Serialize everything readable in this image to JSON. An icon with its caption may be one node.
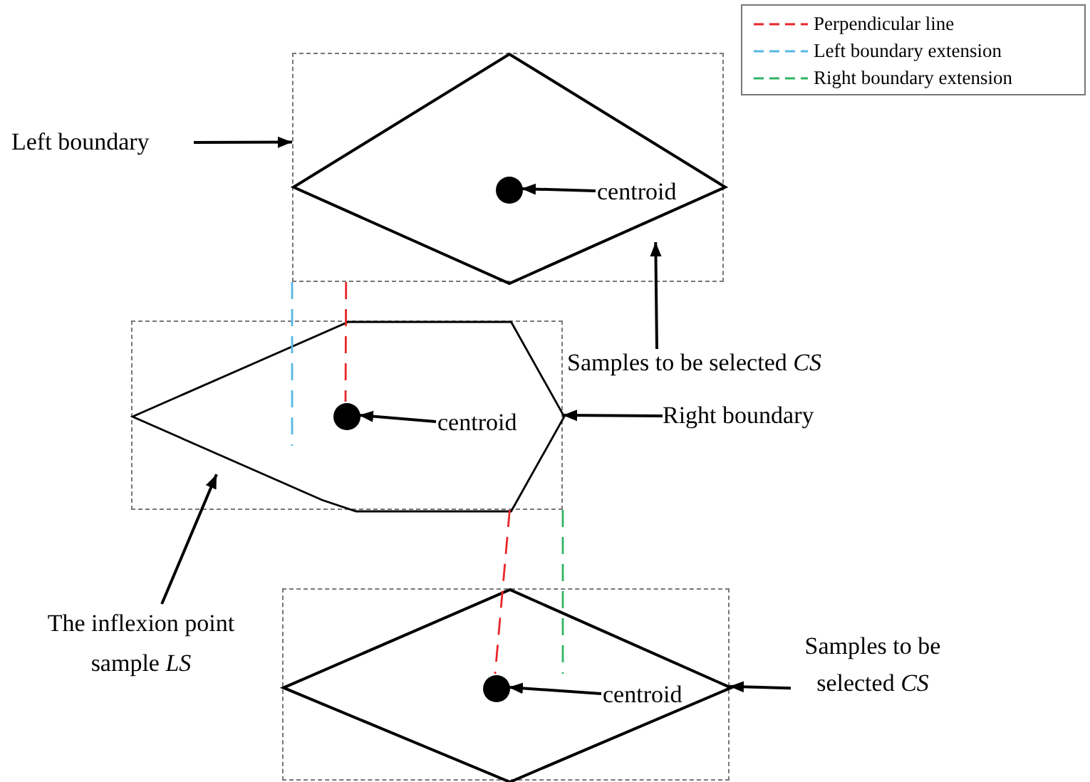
{
  "diagram": {
    "nodes": [
      {
        "text": [],
        "shape": "box"
      },
      {
        "text": [],
        "shape": "diamond",
        "in": 0
      },
      {
        "text": [],
        "shape": "circle",
        "in": 1
      },
      {
        "text": [
          "centroid"
        ],
        "in": 0
      },
      {
        "text": [
          "Left boundary"
        ]
      },
      {
        "text": [
          "Samples to be selected *CS*"
        ]
      },
      {
        "text": [],
        "shape": "box"
      },
      {
        "text": [],
        "shape": "polygon",
        "in": 6
      },
      {
        "text": [],
        "shape": "circle",
        "in": 7
      },
      {
        "text": [
          "centroid"
        ],
        "in": 6
      },
      {
        "text": [
          "Right boundary"
        ]
      },
      {
        "text": [
          "The inflexion point sample *LS*"
        ]
      },
      {
        "text": [],
        "shape": "box"
      },
      {
        "text": [],
        "shape": "diamond",
        "in": 12
      },
      {
        "text": [],
        "shape": "circle",
        "in": 13
      },
      {
        "text": [
          "centroid"
        ],
        "in": 12
      },
      {
        "text": [
          "Samples to be selected *CS*"
        ]
      }
    ],
    "edges": [
      {
        "from": 4,
        "to": 0,
        "arrow": "to"
      },
      {
        "from": 3,
        "to": 2,
        "arrow": "to"
      },
      {
        "from": 5,
        "to": 1,
        "arrow": "to"
      },
      {
        "from": 9,
        "to": 8,
        "arrow": "to"
      },
      {
        "from": 10,
        "to": 7,
        "arrow": "to"
      },
      {
        "from": 11,
        "to": 7,
        "arrow": "to"
      },
      {
        "from": 15,
        "to": 14,
        "arrow": "to"
      },
      {
        "from": 16,
        "to": 13,
        "arrow": "to"
      },
      {
        "from": 0,
        "to": 8,
        "arrow": "none",
        "style": "dashed",
        "color": "#e8262a"
      },
      {
        "from": 7,
        "to": 14,
        "arrow": "none",
        "style": "dashed",
        "color": "#e8262a"
      },
      {
        "from": 0,
        "to": null,
        "arrow": "none",
        "style": "dashed",
        "color": "#56b8e6"
      },
      {
        "from": 6,
        "to": null,
        "arrow": "none",
        "style": "dashed",
        "color": "#2fb463"
      }
    ],
    "legend": [
      {
        "text": "Perpendicular line"
      },
      {
        "text": "Left boundary extension"
      },
      {
        "text": "Right boundary extension"
      }
    ]
  }
}
